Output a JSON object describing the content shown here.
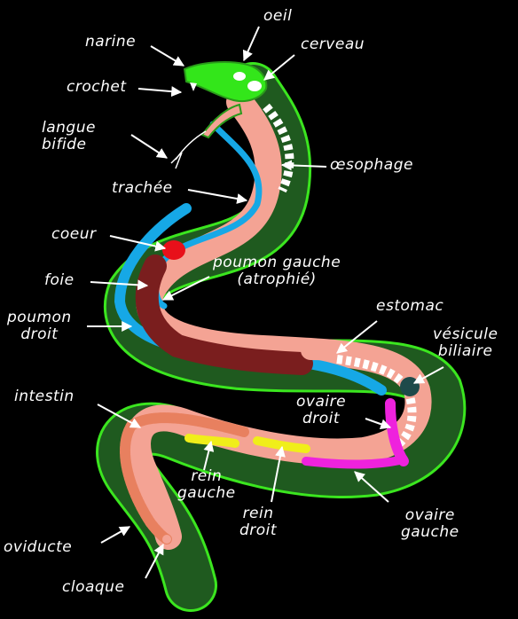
{
  "colors": {
    "background": "#000000",
    "text": "#ffffff",
    "head": "#33e61a",
    "body_dark": "#1f5a1f",
    "flesh": "#f4a394",
    "lung_blue": "#16a8e6",
    "liver": "#7a1e1e",
    "heart": "#e8101a",
    "ovary": "#ee22dd",
    "kidney": "#f0ee1a",
    "gallbladder": "#1e4a4a",
    "intestine": "#e8805f",
    "vertebra": "#ffffff"
  },
  "labels": {
    "oeil": "oeil",
    "narine": "narine",
    "cerveau": "cerveau",
    "crochet": "crochet",
    "langue_1": "langue",
    "langue_2": "bifide",
    "oesophage": "œsophage",
    "trachee": "trachée",
    "coeur": "coeur",
    "poumon_gauche_1": "poumon gauche",
    "poumon_gauche_2": "(atrophié)",
    "foie": "foie",
    "poumon_droit_1": "poumon",
    "poumon_droit_2": "droit",
    "estomac": "estomac",
    "vesicule_1": "vésicule",
    "vesicule_2": "biliaire",
    "intestin": "intestin",
    "ovaire_droit_1": "ovaire",
    "ovaire_droit_2": "droit",
    "rein_gauche_1": "rein",
    "rein_gauche_2": "gauche",
    "rein_droit_1": "rein",
    "rein_droit_2": "droit",
    "ovaire_gauche_1": "ovaire",
    "ovaire_gauche_2": "gauche",
    "oviducte": "oviducte",
    "cloaque": "cloaque"
  }
}
